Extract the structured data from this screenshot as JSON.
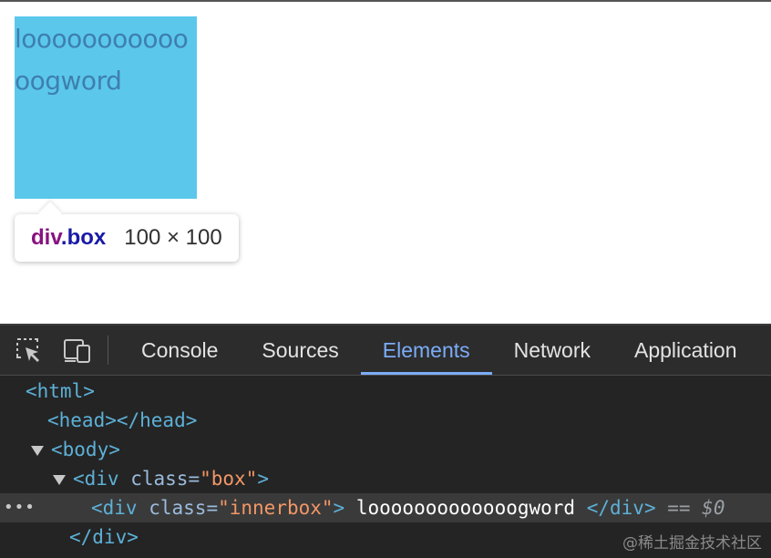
{
  "page": {
    "box_text": "looooooooooooogword"
  },
  "tooltip": {
    "tag": "div",
    "class": ".box",
    "dimensions": "100 × 100"
  },
  "devtools": {
    "tabs": [
      {
        "label": "Console",
        "active": false
      },
      {
        "label": "Sources",
        "active": false
      },
      {
        "label": "Elements",
        "active": true
      },
      {
        "label": "Network",
        "active": false
      },
      {
        "label": "Application",
        "active": false
      }
    ],
    "icons": [
      "inspect-element-icon",
      "device-toolbar-icon"
    ],
    "dom": {
      "html_open": "<html>",
      "head": "<head></head>",
      "body_open": "<body>",
      "div_open": "<div",
      "div_attr": "class",
      "div_value": "\"box\"",
      "div_close_bracket": ">",
      "inner_open": "<div",
      "inner_attr": "class",
      "inner_value": "\"innerbox\"",
      "inner_close_bracket": ">",
      "inner_text": "looooooooooooogword",
      "inner_end": "</div>",
      "selected_marker": "== $0",
      "div_end": "</div>"
    },
    "accent_color": "#7cacf8"
  },
  "watermark": "@稀土掘金技术社区"
}
